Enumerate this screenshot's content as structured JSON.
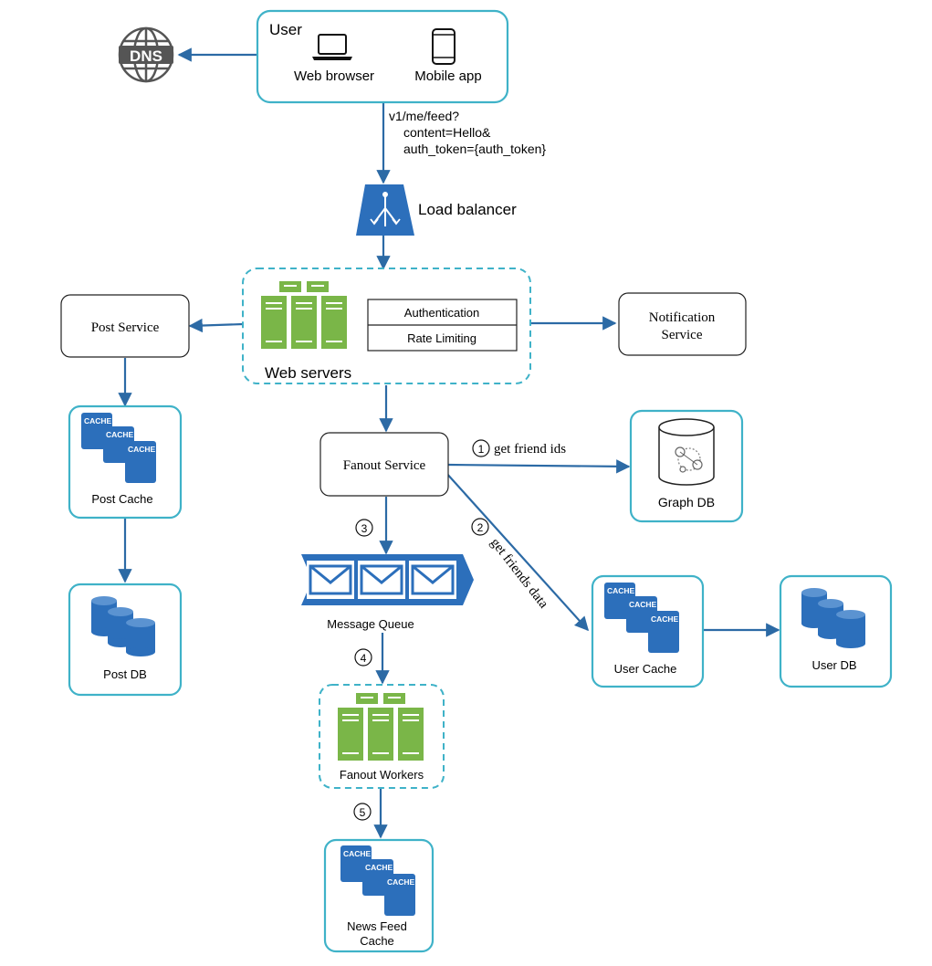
{
  "nodes": {
    "user": {
      "title": "User",
      "web": "Web browser",
      "mobile": "Mobile app"
    },
    "dns": {
      "label": "DNS"
    },
    "request": {
      "line1": "v1/me/feed?",
      "line2": "content=Hello&",
      "line3": "auth_token={auth_token}"
    },
    "load_balancer": {
      "label": "Load balancer"
    },
    "web_servers": {
      "label": "Web servers",
      "auth": "Authentication",
      "rate": "Rate Limiting"
    },
    "post_service": {
      "label": "Post Service"
    },
    "notification_service": {
      "line1": "Notification",
      "line2": "Service"
    },
    "post_cache": {
      "label": "Post Cache"
    },
    "post_db": {
      "label": "Post DB"
    },
    "fanout_service": {
      "label": "Fanout Service"
    },
    "graph_db": {
      "label": "Graph DB"
    },
    "user_cache": {
      "label": "User Cache"
    },
    "user_db": {
      "label": "User DB"
    },
    "message_queue": {
      "label": "Message Queue"
    },
    "fanout_workers": {
      "label": "Fanout Workers"
    },
    "news_feed_cache": {
      "line1": "News Feed",
      "line2": "Cache"
    },
    "cache_word": "CACHE"
  },
  "steps": {
    "s1": {
      "num": "1",
      "label": "get friend ids"
    },
    "s2": {
      "num": "2",
      "label": "get friends data"
    },
    "s3": {
      "num": "3"
    },
    "s4": {
      "num": "4"
    },
    "s5": {
      "num": "5"
    }
  },
  "colors": {
    "accent_teal": "#3fb2c8",
    "arrow_blue": "#2c6aa5",
    "icon_blue": "#2c6fbb",
    "server_green": "#7ab648"
  }
}
